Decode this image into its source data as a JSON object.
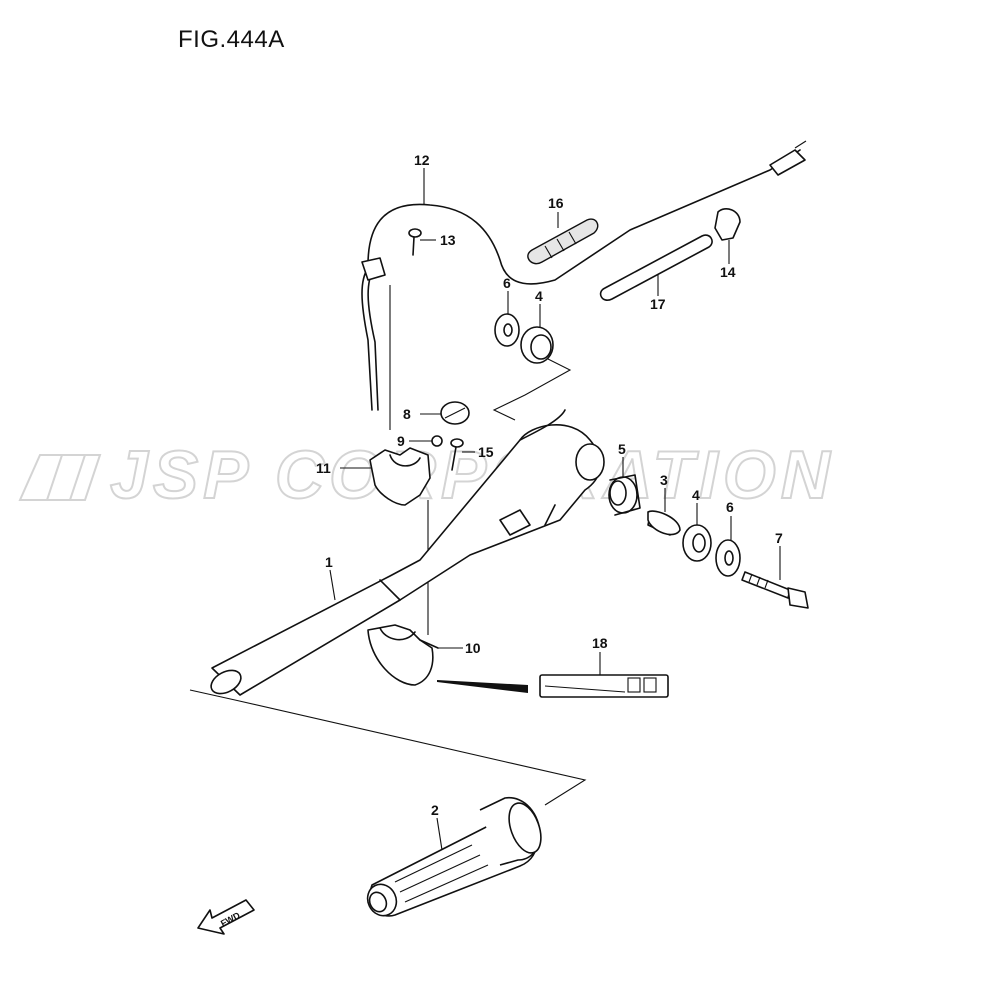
{
  "figure": {
    "title": "FIG.444A"
  },
  "watermark": {
    "text": "JSP CORPORATION"
  },
  "direction_label": "FWD",
  "callouts": [
    {
      "id": "c1",
      "label": "1"
    },
    {
      "id": "c2",
      "label": "2"
    },
    {
      "id": "c3",
      "label": "3"
    },
    {
      "id": "c4a",
      "label": "4"
    },
    {
      "id": "c4b",
      "label": "4"
    },
    {
      "id": "c5",
      "label": "5"
    },
    {
      "id": "c6a",
      "label": "6"
    },
    {
      "id": "c6b",
      "label": "6"
    },
    {
      "id": "c7",
      "label": "7"
    },
    {
      "id": "c8",
      "label": "8"
    },
    {
      "id": "c9",
      "label": "9"
    },
    {
      "id": "c10",
      "label": "10"
    },
    {
      "id": "c11",
      "label": "11"
    },
    {
      "id": "c12",
      "label": "12"
    },
    {
      "id": "c13",
      "label": "13"
    },
    {
      "id": "c14",
      "label": "14"
    },
    {
      "id": "c15",
      "label": "15"
    },
    {
      "id": "c16",
      "label": "16"
    },
    {
      "id": "c17",
      "label": "17"
    },
    {
      "id": "c18",
      "label": "18"
    }
  ]
}
